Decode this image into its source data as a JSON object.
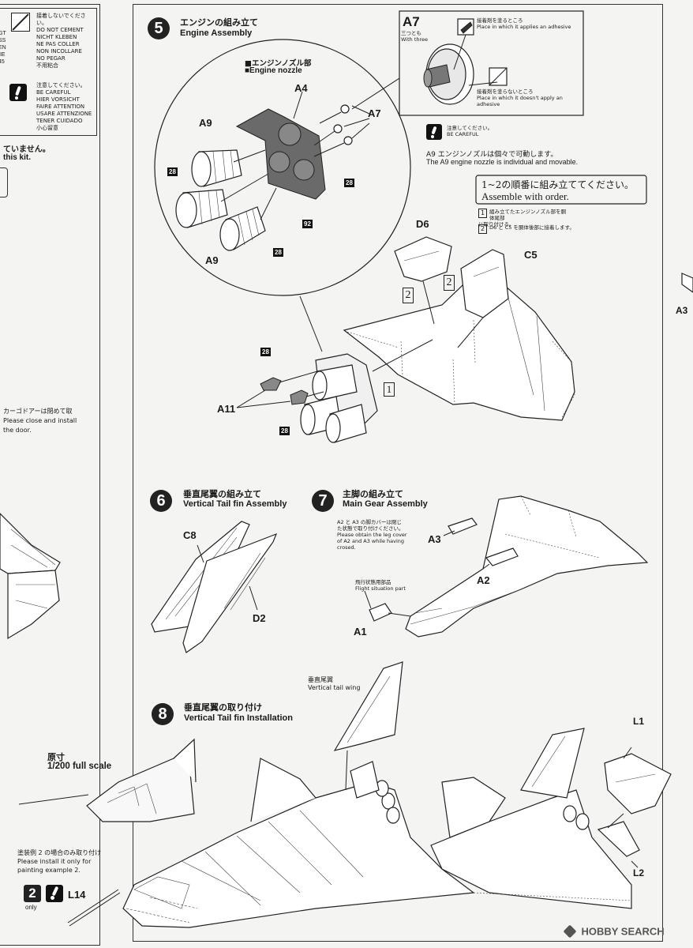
{
  "left_panel": {
    "no_cement": [
      "接着しないでください。",
      "DO NOT CEMENT",
      "NICHT KLEBEN",
      "NE PAS COLLER",
      "NON INCOLLARE",
      "NO PEGAR",
      "不用粘合"
    ],
    "cut_codes": [
      "GT",
      "SS",
      "EN",
      "IIE",
      "45"
    ],
    "be_careful": [
      "注意してください。",
      "BE CAREFUL",
      "HIER VORSICHT",
      "FAIRE ATTENTION",
      "USARE ATTENZIONE",
      "TENER CUIDADO",
      "小心留意"
    ],
    "kit_note_jp": "ていません。",
    "kit_note_en": "this kit.",
    "cargo_jp": "カーゴドアーは閉めて取",
    "cargo_en1": "Please close and install",
    "cargo_en2": "the door."
  },
  "step5": {
    "number": "5",
    "title_jp": "エンジンの組み立て",
    "title_en": "Engine Assembly",
    "nozzle_jp": "■エンジンノズル部",
    "nozzle_en": "■Engine nozzle",
    "labels": {
      "a4": "A4",
      "a9_top": "A9",
      "a9_bot": "A9",
      "a7": "A7",
      "a11": "A11",
      "d6": "D6",
      "c5": "C5"
    },
    "tags": {
      "t28a": "28",
      "t28b": "28",
      "t28c": "28",
      "t92": "92",
      "t28d": "28",
      "t28e": "28"
    },
    "order_nums": {
      "one": "1",
      "two_a": "2",
      "two_b": "2"
    }
  },
  "a7_box": {
    "label": "A7",
    "sub_jp": "三つとも",
    "sub_en": "With three",
    "apply_jp": "接着剤を塗るところ",
    "apply_en": "Place in which it applies an adhesive",
    "noapply_jp": "接着剤を塗らないところ",
    "noapply_en1": "Place in which it doesn't apply an",
    "noapply_en2": "adhesive"
  },
  "careful_a9": {
    "jp": "注意してください。",
    "en": "BE CAREFUL",
    "note_jp": "A9 エンジンノズルは個々で可動します。",
    "note_en": "The A9 engine nozzle is individual and movable."
  },
  "order_box": {
    "jp": "1~2の順番に組み立ててください。",
    "en": "Assemble with order.",
    "step1_num": "1",
    "step1_jp1": "組み立てたエンジンノズル部を胴体尾部",
    "step1_jp2": "に取り付ける。",
    "step2_num": "2",
    "step2_jp": "D6 と C5 を胴体後部に接着します。"
  },
  "right_edge": {
    "a3": "A3"
  },
  "step6": {
    "number": "6",
    "title_jp": "垂直尾翼の組み立て",
    "title_en": "Vertical Tail fin Assembly",
    "c8": "C8",
    "d2": "D2"
  },
  "step7": {
    "number": "7",
    "title_jp": "主脚の組み立て",
    "title_en": "Main Gear Assembly",
    "note_jp1": "A2 と A3 の脚カバーは閉じ",
    "note_jp2": "た状態で取り付けください。",
    "note_en1": "Please obtain the leg cover",
    "note_en2": "of A2 and A3 while having",
    "note_en3": "crosed.",
    "flight_jp": "飛行状態用部品",
    "flight_en": "Flight situation part",
    "a3": "A3",
    "a2": "A2",
    "a1": "A1"
  },
  "step8": {
    "number": "8",
    "title_jp": "垂直尾翼の取り付け",
    "title_en": "Vertical Tail fin Installation",
    "vtail_jp": "垂直尾翼",
    "vtail_en": "Vertical tail wing",
    "l1": "L1",
    "l2": "L2"
  },
  "scale_note": {
    "jp": "原寸",
    "en": "1/200 full scale"
  },
  "painting_note": {
    "jp": "塗装例 2 の場合のみ取り付け",
    "en1": "Please install it only for",
    "en2": "painting example 2.",
    "num": "2",
    "part": "L14",
    "only": "only"
  },
  "watermark": {
    "brand": "HOBBY SEARCH"
  }
}
